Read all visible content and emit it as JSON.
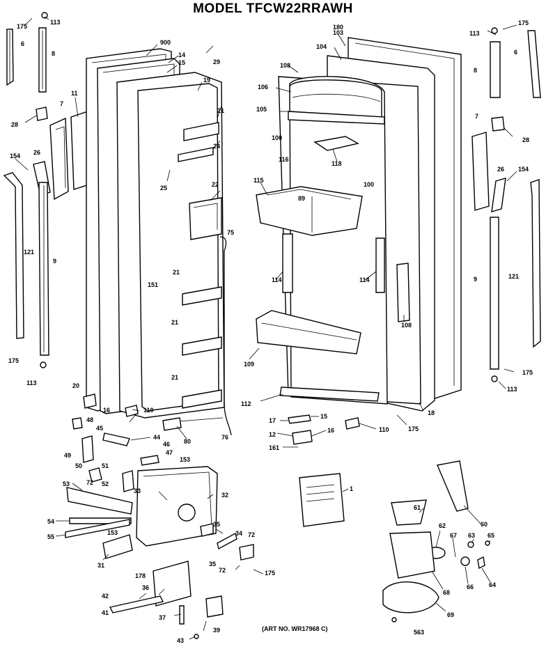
{
  "title": "MODEL TFCW22RRAWH",
  "art_number": "(ART NO. WR17968 C)",
  "part_labels": [
    {
      "id": "l175a",
      "text": "175"
    },
    {
      "id": "l113a",
      "text": "113"
    },
    {
      "id": "l8a",
      "text": "8"
    },
    {
      "id": "l6a",
      "text": "6"
    },
    {
      "id": "l28a",
      "text": "28"
    },
    {
      "id": "l7a",
      "text": "7"
    },
    {
      "id": "l11",
      "text": "11"
    },
    {
      "id": "l26a",
      "text": "26"
    },
    {
      "id": "l154a",
      "text": "154"
    },
    {
      "id": "l121a",
      "text": "121"
    },
    {
      "id": "l9a",
      "text": "9"
    },
    {
      "id": "l175b",
      "text": "175"
    },
    {
      "id": "l113b",
      "text": "113"
    },
    {
      "id": "l20",
      "text": "20"
    },
    {
      "id": "l16a",
      "text": "16"
    },
    {
      "id": "l900",
      "text": "900"
    },
    {
      "id": "l14",
      "text": "14"
    },
    {
      "id": "l15a",
      "text": "15"
    },
    {
      "id": "l29",
      "text": "29"
    },
    {
      "id": "l19",
      "text": "19"
    },
    {
      "id": "l21a",
      "text": "21"
    },
    {
      "id": "l24",
      "text": "24"
    },
    {
      "id": "l25",
      "text": "25"
    },
    {
      "id": "l22",
      "text": "22"
    },
    {
      "id": "l75",
      "text": "75"
    },
    {
      "id": "l151",
      "text": "151"
    },
    {
      "id": "l21b",
      "text": "21"
    },
    {
      "id": "l21c",
      "text": "21"
    },
    {
      "id": "l21d",
      "text": "21"
    },
    {
      "id": "l110a",
      "text": "110"
    },
    {
      "id": "l80",
      "text": "80"
    },
    {
      "id": "l76",
      "text": "76"
    },
    {
      "id": "l48a",
      "text": "48"
    },
    {
      "id": "l45",
      "text": "45"
    },
    {
      "id": "l44",
      "text": "44"
    },
    {
      "id": "l46",
      "text": "46"
    },
    {
      "id": "l47",
      "text": "47"
    },
    {
      "id": "l153a",
      "text": "153"
    },
    {
      "id": "l49",
      "text": "49"
    },
    {
      "id": "l50",
      "text": "50"
    },
    {
      "id": "l51",
      "text": "51"
    },
    {
      "id": "l72a",
      "text": "72"
    },
    {
      "id": "l52",
      "text": "52"
    },
    {
      "id": "l53",
      "text": "53"
    },
    {
      "id": "l33",
      "text": "33"
    },
    {
      "id": "l32",
      "text": "32"
    },
    {
      "id": "l54",
      "text": "54"
    },
    {
      "id": "l55",
      "text": "55"
    },
    {
      "id": "l153b",
      "text": "153"
    },
    {
      "id": "l31",
      "text": "31"
    },
    {
      "id": "l35a",
      "text": "35"
    },
    {
      "id": "l34",
      "text": "34"
    },
    {
      "id": "l72b",
      "text": "72"
    },
    {
      "id": "l35b",
      "text": "35"
    },
    {
      "id": "l72c",
      "text": "72"
    },
    {
      "id": "l175c",
      "text": "175"
    },
    {
      "id": "l178",
      "text": "178"
    },
    {
      "id": "l36",
      "text": "36"
    },
    {
      "id": "l42",
      "text": "42"
    },
    {
      "id": "l41",
      "text": "41"
    },
    {
      "id": "l37",
      "text": "37"
    },
    {
      "id": "l39",
      "text": "39"
    },
    {
      "id": "l43",
      "text": "43"
    },
    {
      "id": "l103",
      "text": "103"
    },
    {
      "id": "l180",
      "text": "180"
    },
    {
      "id": "l104",
      "text": "104"
    },
    {
      "id": "l108",
      "text": "108"
    },
    {
      "id": "l106",
      "text": "106"
    },
    {
      "id": "l105",
      "text": "105"
    },
    {
      "id": "l118",
      "text": "118"
    },
    {
      "id": "l100a",
      "text": "100"
    },
    {
      "id": "l116",
      "text": "116"
    },
    {
      "id": "l115",
      "text": "115"
    },
    {
      "id": "l89",
      "text": "89"
    },
    {
      "id": "l100b",
      "text": "100"
    },
    {
      "id": "l114a",
      "text": "114"
    },
    {
      "id": "l114b",
      "text": "114"
    },
    {
      "id": "l108b",
      "text": "108"
    },
    {
      "id": "l109",
      "text": "109"
    },
    {
      "id": "l112",
      "text": "112"
    },
    {
      "id": "l18",
      "text": "18"
    },
    {
      "id": "l17",
      "text": "17"
    },
    {
      "id": "l15b",
      "text": "15"
    },
    {
      "id": "l12",
      "text": "12"
    },
    {
      "id": "l16b",
      "text": "16"
    },
    {
      "id": "l161",
      "text": "161"
    },
    {
      "id": "l110b",
      "text": "110"
    },
    {
      "id": "l175d",
      "text": "175"
    },
    {
      "id": "l1",
      "text": "1"
    },
    {
      "id": "l113c",
      "text": "113"
    },
    {
      "id": "l175e",
      "text": "175"
    },
    {
      "id": "l6b",
      "text": "6"
    },
    {
      "id": "l8b",
      "text": "8"
    },
    {
      "id": "l28b",
      "text": "28"
    },
    {
      "id": "l7b",
      "text": "7"
    },
    {
      "id": "l26b",
      "text": "26"
    },
    {
      "id": "l154b",
      "text": "154"
    },
    {
      "id": "l9b",
      "text": "9"
    },
    {
      "id": "l121b",
      "text": "121"
    },
    {
      "id": "l175f",
      "text": "175"
    },
    {
      "id": "l113d",
      "text": "113"
    },
    {
      "id": "l60",
      "text": "60"
    },
    {
      "id": "l61",
      "text": "61"
    },
    {
      "id": "l62",
      "text": "62"
    },
    {
      "id": "l67",
      "text": "67"
    },
    {
      "id": "l63",
      "text": "63"
    },
    {
      "id": "l65",
      "text": "65"
    },
    {
      "id": "l66",
      "text": "66"
    },
    {
      "id": "l64",
      "text": "64"
    },
    {
      "id": "l68",
      "text": "68"
    },
    {
      "id": "l69",
      "text": "69"
    },
    {
      "id": "l563",
      "text": "563"
    }
  ]
}
